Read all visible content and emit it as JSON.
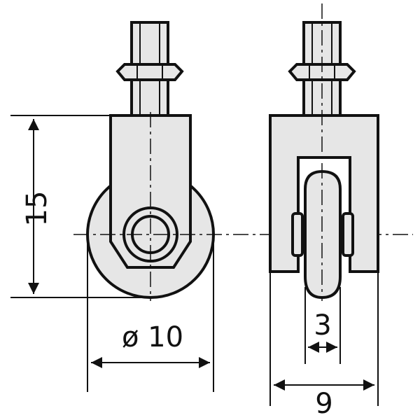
{
  "dimensions": {
    "height": "15",
    "wheel_diameter": "ø 10",
    "wheel_width": "3",
    "total_width": "9"
  },
  "colors": {
    "line": "#111111",
    "fill": "#e6e6e6",
    "background": "#ffffff"
  }
}
